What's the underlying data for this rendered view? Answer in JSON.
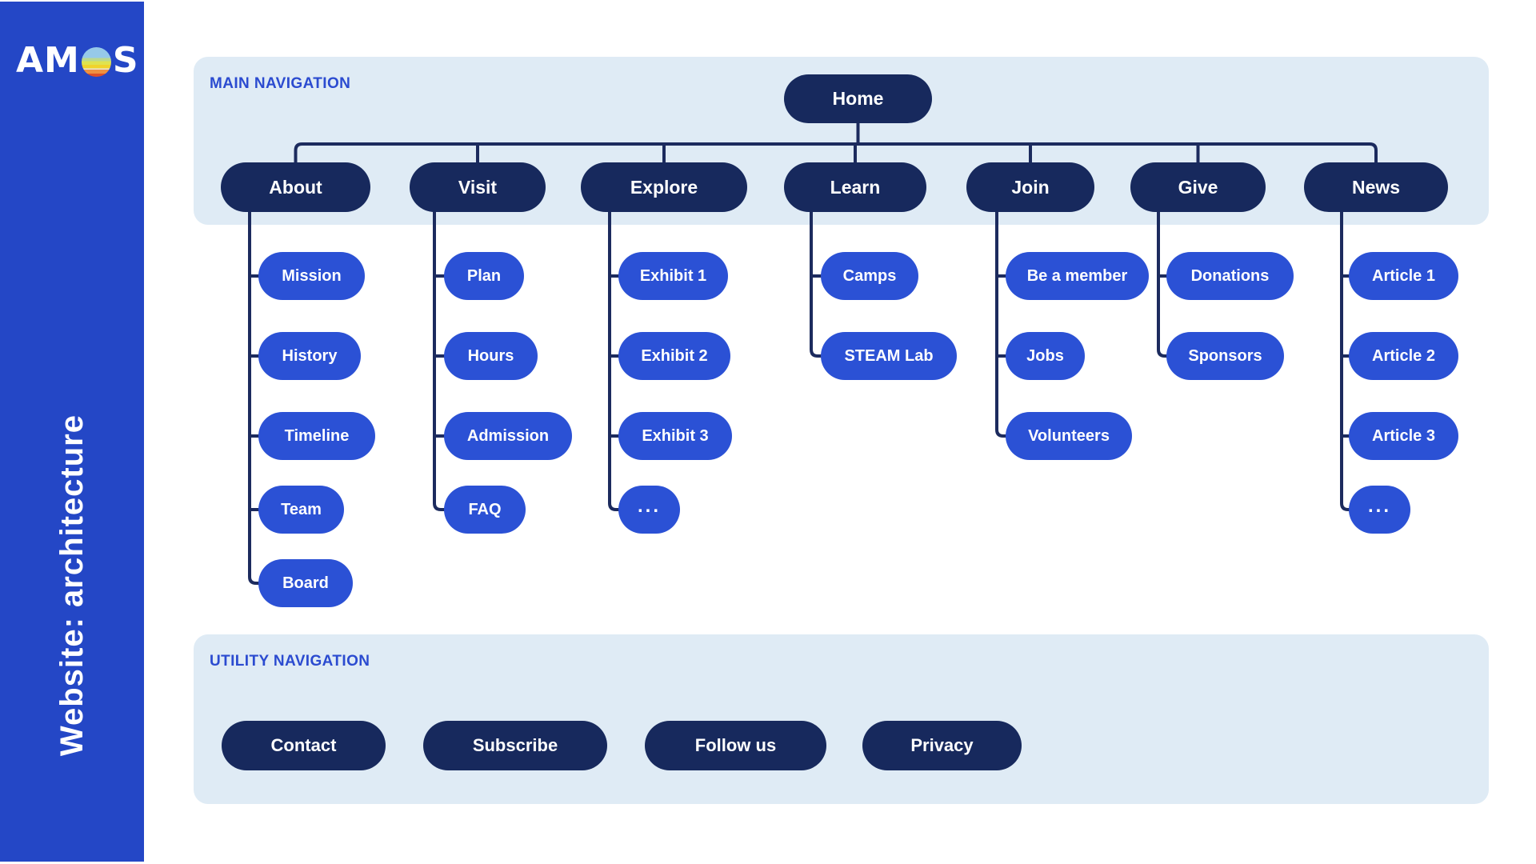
{
  "sidebar": {
    "logo_left": "AM",
    "logo_right": "S",
    "logo_alt": "AMOS",
    "title": "Website: architecture"
  },
  "main_nav": {
    "heading": "MAIN NAVIGATION",
    "root": {
      "label": "Home"
    },
    "columns": [
      {
        "label": "About",
        "children": [
          {
            "label": "Mission"
          },
          {
            "label": "History"
          },
          {
            "label": "Timeline"
          },
          {
            "label": "Team"
          },
          {
            "label": "Board"
          }
        ]
      },
      {
        "label": "Visit",
        "children": [
          {
            "label": "Plan"
          },
          {
            "label": "Hours"
          },
          {
            "label": "Admission"
          },
          {
            "label": "FAQ"
          }
        ]
      },
      {
        "label": "Explore",
        "children": [
          {
            "label": "Exhibit 1"
          },
          {
            "label": "Exhibit 2"
          },
          {
            "label": "Exhibit 3"
          },
          {
            "label": "..."
          }
        ]
      },
      {
        "label": "Learn",
        "children": [
          {
            "label": "Camps"
          },
          {
            "label": "STEAM Lab"
          }
        ]
      },
      {
        "label": "Join",
        "children": [
          {
            "label": "Be a member"
          },
          {
            "label": "Jobs"
          },
          {
            "label": "Volunteers"
          }
        ]
      },
      {
        "label": "Give",
        "children": [
          {
            "label": "Donations"
          },
          {
            "label": "Sponsors"
          }
        ]
      },
      {
        "label": "News",
        "children": [
          {
            "label": "Article 1"
          },
          {
            "label": "Article 2"
          },
          {
            "label": "Article 3"
          },
          {
            "label": "..."
          }
        ]
      }
    ]
  },
  "utility_nav": {
    "heading": "UTILITY NAVIGATION",
    "items": [
      {
        "label": "Contact"
      },
      {
        "label": "Subscribe"
      },
      {
        "label": "Follow us"
      },
      {
        "label": "Privacy"
      }
    ]
  },
  "colors": {
    "sidebar": "#2447c6",
    "navy": "#17295d",
    "blue": "#2b51d5",
    "line": "#1c2b5e",
    "panel": "#dfebf5",
    "heading": "#2b4bd0"
  }
}
